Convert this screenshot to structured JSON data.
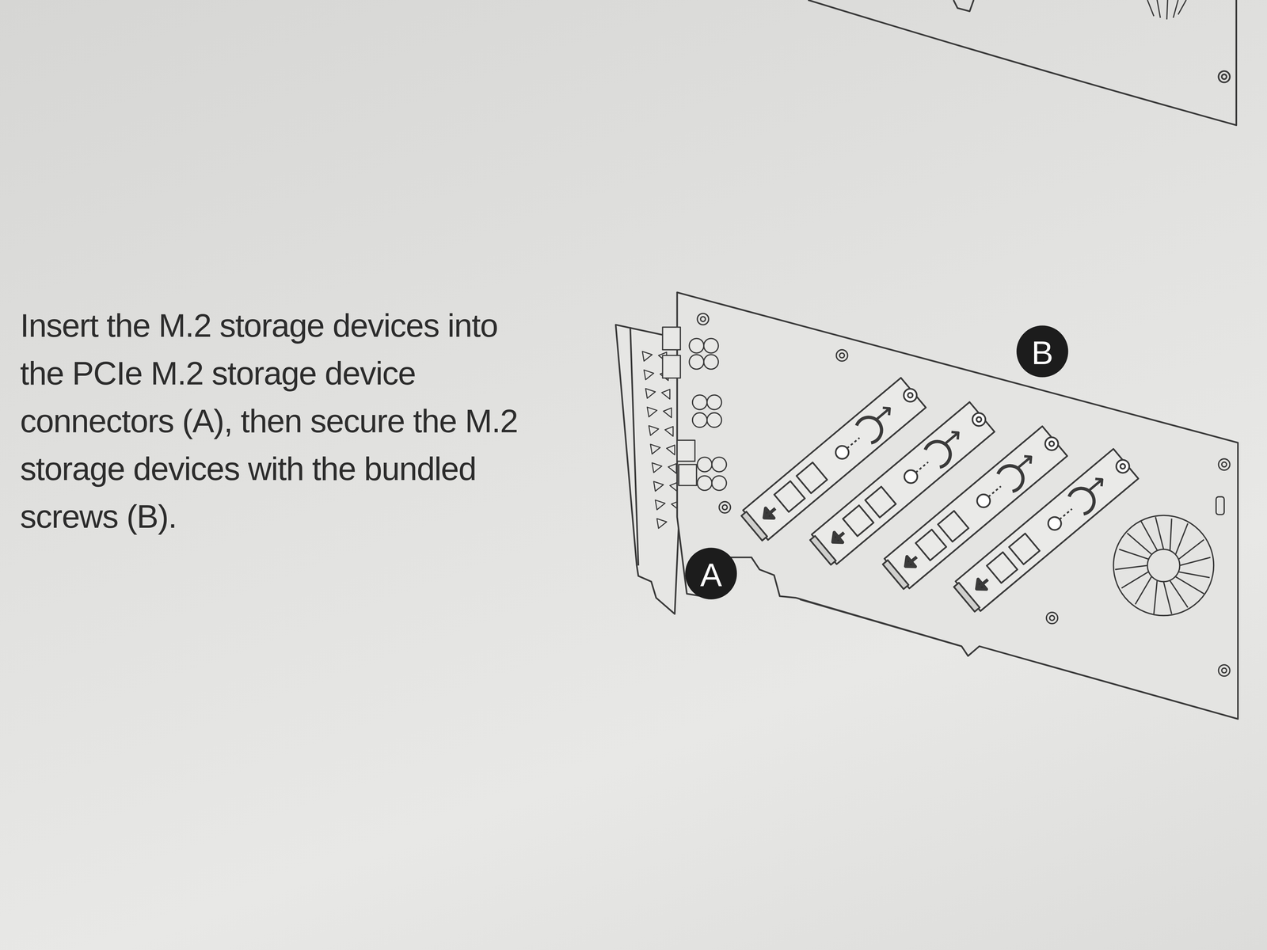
{
  "diagram": {
    "labels": [
      "Insert the M.2 storage devices into the PCIe M.2 storage device connectors (A), then secure the M.2 storage devices with the bundled screws (B).",
      "A",
      "B"
    ]
  }
}
